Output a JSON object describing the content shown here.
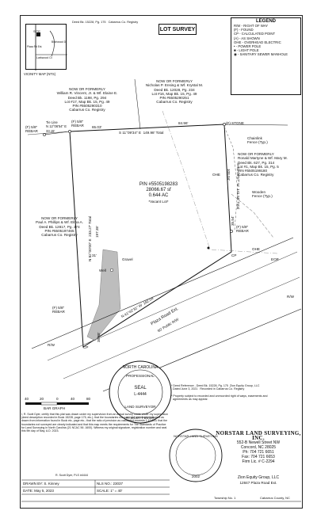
{
  "header": {
    "title": "LOT SURVEY",
    "deed_ref": "Deed Bk. 15228, Pg. 175   Cabarrus Co. Registry"
  },
  "legend": {
    "title": "LEGEND",
    "items": [
      "R/W - RIGHT OF WAY",
      "(F) - FOUND",
      "CP - CALCULATED POINT",
      "(A) - AS SHOWN",
      "OHE - OVERHEAD ELECTRIC",
      "• - POWER POLE",
      "■ - LIGHT POLE",
      "◉ - SANITARY SEWER MANHOLE"
    ]
  },
  "vicinity": {
    "label": "VICINITY MAP (NTS)",
    "site": "SITE",
    "road1": "Plaza Rd Ext.",
    "road2": "Larkwood Ct",
    "road3": "Birchwood Dr"
  },
  "owners": {
    "north_left": "NOW OR FORMERLY\nWilliam R. Vincent, Jr. & Wf. Elaine E.\nDeed Bk. 1198, Pg. 294\nLot #17, Map Bk. 15, Pg. 49\nPIN #5505290310\nCabarrus Co. Registry",
    "north_right": "NOW OR FORMERLY\nNicholas P. Ensing & Wf. Krystal M.\nDeed Bk. 12028, Pg. 234\nLot #16, Map Bk. 15, Pg. 49\nPIN #5505290251\nCabarrus Co. Registry",
    "east": "NOW OR FORMERLY\nRonald Martyne & Wf. Mary M.\nDeed Bk. 627, Pg. 314\nLot #1, Map Bk. 15, Pg. 5\nPIN #5505199180\nCabarrus Co. Registry",
    "west": "NOW OR FORMERLY\nPaul A. Phillips & Wf. Elma A.\nDeed Bk. 12817, Pg. 274\nPIN #5505197465\nCabarrus Co. Registry"
  },
  "labels": {
    "rebar_nw": "(F) 5/8\"\nREBAR",
    "tie_line": "Tie Line\nN 12°06'54\" E\n33.15'",
    "rebar_n": "(F) 5/8\"\nREBAR",
    "dist_65": "65.03'",
    "dist_84": "84.96'",
    "stone": "(F) STONE",
    "north_total": "S 11°09'34\" E  149.98' Total",
    "chainlink": "Chainlink\nFence (Typ.)",
    "east_dist": "108.04'",
    "east_bearing": "S 81°09'57\" W  141.58' Total",
    "wooden_fence": "Wooden\nFence (Typ.)",
    "dist_35": "35.54'",
    "rebar_se": "(F) 5/8\"\nREBAR",
    "cp_se": "CP",
    "pin": "PIN #5505198283",
    "area_sf": "28066.67 sf",
    "area_ac": "0.644 AC",
    "vacant": "*Vacant Lot*",
    "west_dist": "197.35'",
    "west_bearing": "N 82°00'00\" E  233.27' Total",
    "west_dist2": "31'",
    "gravel": "Gravel",
    "well": "Well",
    "rebar_sw": "(F) 5/8\"\nREBAR",
    "cp_sw": "CP",
    "sw_dist": "35.88'",
    "south_bearing": "N 41°42'31\" W  182.04'",
    "road_name": "Plaza Road Ext.",
    "road_row": "60' Public R/W",
    "rw_left": "R/W",
    "rw_right": "R/W",
    "ohe1": "OHE",
    "ohe2": "OHE",
    "eop": "EOP"
  },
  "notes": {
    "ref": "* Deed Reference - Deed Bk. 15228, Pg. 175  Zion Equity Group, LLC\n  Dated June 3, 2021   Recorded in Cabarrus Co. Registry",
    "note2": "* Property subject to recorded and unrecorded right of ways, easements and\n  agreements as may appear."
  },
  "seal": {
    "state": "NORTH CAROLINA",
    "type": "PROFESSIONAL",
    "seal": "SEAL",
    "number": "L-4444",
    "role": "LAND SURVEYOR",
    "name": "R. SCOTT DYER"
  },
  "scale": {
    "ticks": [
      "40",
      "20",
      "0",
      "40",
      "80"
    ],
    "label": "BAR GRAPH"
  },
  "certification": "I, R. Scott Dyer, certify that this plat was drawn under my supervision from an actual survey made under my supervision (deed description recorded in Book 15228, page 175, etc.); that the boundaries not surveyed are clearly indicated as drawn from information found in Book etc, page etc.; that the ratio of precision as calculated exceeds 1:10,000; that the boundaries not surveyed are clearly indicated and that this map meets the requirements for The Standards of Practice for Land Surveying in North Carolina (21 NCAC 56 .1600). Witness my original signature, registration number and seal this 9th day of May, A.D. 2023.",
  "signature": {
    "name": "R. Scott Dyer, PLS #4444"
  },
  "firm": {
    "name": "NORSTAR LAND SURVEYING, INC.",
    "address1": "552-B Newell Street NW",
    "address2": "Concord, NC  28025",
    "phone": "Ph: 704 721 6651",
    "fax": "Fax: 704 721 6653",
    "license": "Firm Lic. # C-2294",
    "seal_top": "NORSTAR LAND SURVEYING",
    "seal_year": "2002",
    "client": "Zion Equity Group, LLC",
    "client_address": "12847 Plaza Road Ext."
  },
  "title_block": {
    "drawn_by": "DRAWN BY:  S. Kinney",
    "nls_no": "NLS NO.:  23037",
    "date": "DATE:  May 5, 2023",
    "scale": "SCALE:  1\" = 40'",
    "township": "Township No. 1",
    "county": "Cabarrus County, NC"
  }
}
